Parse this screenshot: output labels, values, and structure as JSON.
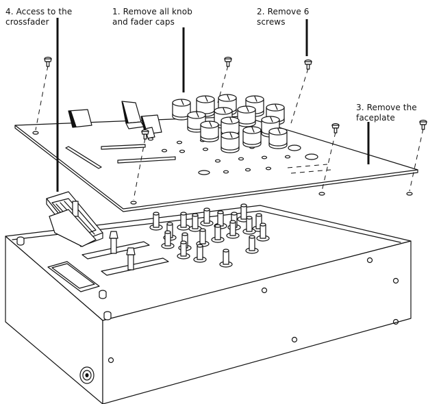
{
  "callouts": {
    "step1": "1. Remove all knob\nand fader caps",
    "step2": "2. Remove 6\nscrews",
    "step3": "3. Remove the\nfaceplate",
    "step4": "4. Access to the\ncrossfader"
  },
  "colors": {
    "ink": "#111111",
    "paper": "#ffffff"
  }
}
